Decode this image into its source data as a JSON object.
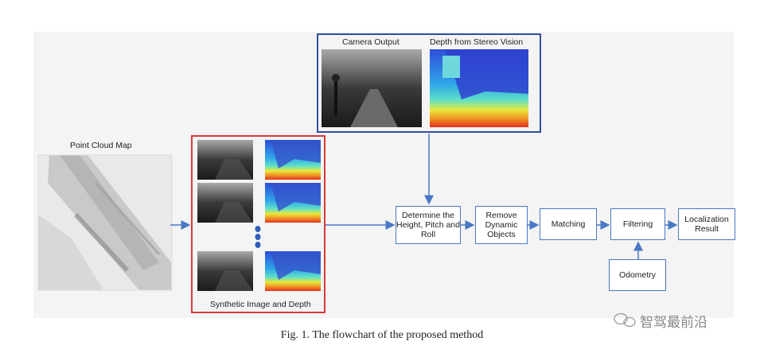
{
  "diagram": {
    "point_cloud_title": "Point Cloud Map",
    "camera_output_title": "Camera Output",
    "depth_title": "Depth from Stereo Vision",
    "synthetic_title": "Synthetic Image and Depth",
    "nodes": {
      "determine": "Determine the Height, Pitch and Roll",
      "remove": "Remove Dynamic Objects",
      "matching": "Matching",
      "filtering": "Filtering",
      "localization": "Localization Result",
      "odometry": "Odometry"
    }
  },
  "caption": "Fig. 1.   The flowchart of the proposed method",
  "watermark": "智驾最前沿",
  "colors": {
    "arrow": "#4a78c4",
    "red_frame": "#d63a3a",
    "blue_frame": "#2f4f9a"
  }
}
